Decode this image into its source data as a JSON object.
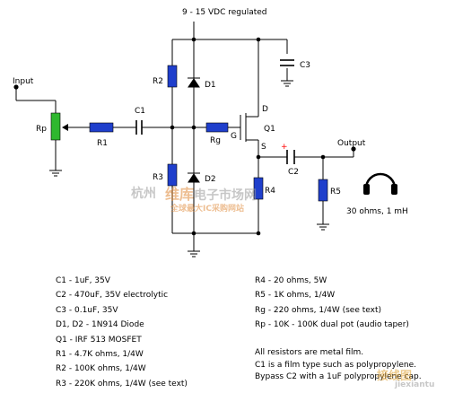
{
  "supply_label": "9 - 15 VDC regulated",
  "labels": {
    "input": "Input",
    "output": "Output",
    "rp": "Rp",
    "r1": "R1",
    "c1": "C1",
    "r2": "R2",
    "d1": "D1",
    "r3": "R3",
    "d2": "D2",
    "rg": "Rg",
    "g": "G",
    "d": "D",
    "s": "S",
    "q1": "Q1",
    "c3": "C3",
    "c2": "C2",
    "plus": "+",
    "r4": "R4",
    "r5": "R5",
    "headphone": "30 ohms, 1 mH"
  },
  "parts_left": [
    "C1  -  1uF, 35V",
    "C2  - 470uF, 35V electrolytic",
    "C3  - 0.1uF, 35V",
    "D1, D2  -  1N914 Diode",
    "Q1  -  IRF 513 MOSFET",
    "R1  -  4.7K ohms, 1/4W",
    "R2  -  100K ohms, 1/4W",
    "R3  -  220K ohms, 1/4W (see text)"
  ],
  "parts_right": [
    "R4  - 20 ohms, 5W",
    "R5  -  1K ohms, 1/4W",
    "Rg  -  220 ohms, 1/4W  (see text)",
    "Rp  -  10K - 100K dual pot (audio taper)"
  ],
  "notes": [
    "All resistors are metal film.",
    "C1 is a film type such as polypropylene.",
    "Bypass C2 with a 1uF polypropylene cap."
  ],
  "watermark": {
    "city": "杭州",
    "brand": "维库",
    "brand_rest": "电子市场网",
    "sub": "全球最大IC采购网站",
    "corner": "接线图",
    "corner_url": "jiexiantu"
  },
  "colors": {
    "component_fill": "#1f3fcc",
    "pot_fill": "#2fb82f",
    "wire": "#000000",
    "dot": "#000000",
    "plus": "#ff0000"
  }
}
